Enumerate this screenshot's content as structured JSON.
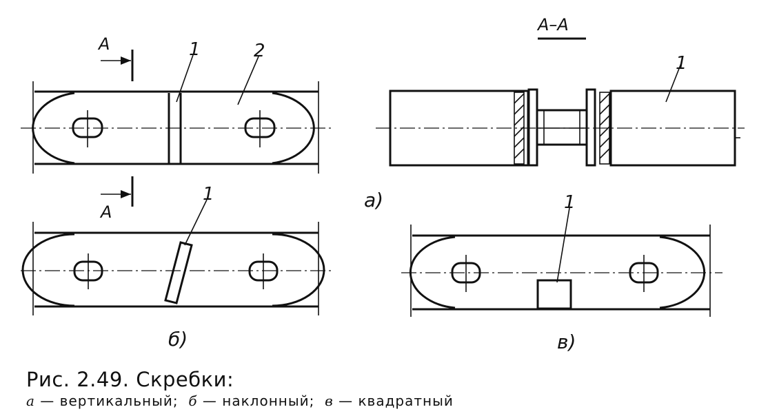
{
  "section_label": "А–А",
  "labels": {
    "section_mark": "А",
    "part_1": "1",
    "part_2": "2",
    "view_a": "а)",
    "view_b": "б)",
    "view_v": "в)"
  },
  "caption": {
    "title": "Рис. 2.49. Скребки:",
    "legend": [
      {
        "key": "а",
        "text": "вертикальный;"
      },
      {
        "key": "б",
        "text": "наклонный;"
      },
      {
        "key": "в",
        "text": "квадратный"
      }
    ],
    "dash": "—"
  }
}
